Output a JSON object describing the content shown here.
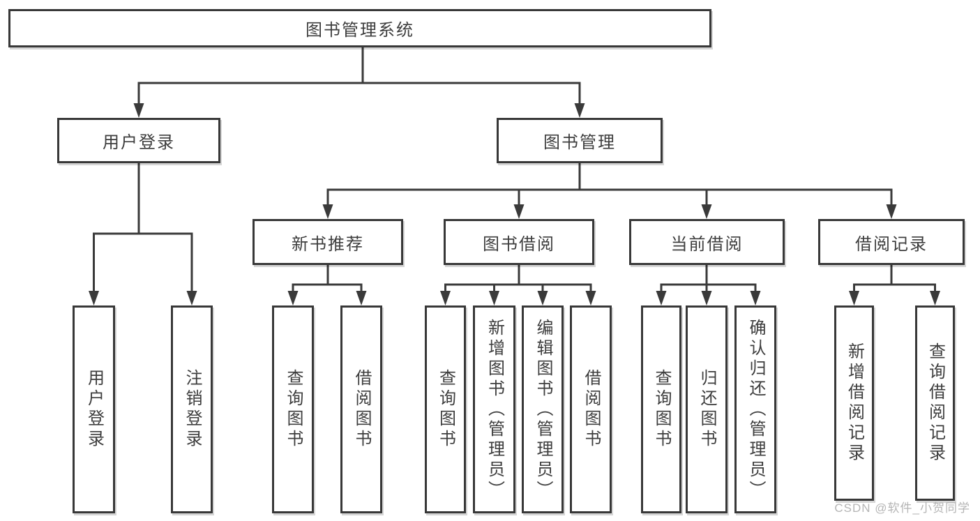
{
  "diagram": {
    "root": {
      "label": "图书管理系统"
    },
    "level1": [
      {
        "label": "用户登录"
      },
      {
        "label": "图书管理"
      }
    ],
    "level2": [
      {
        "label": "新书推荐",
        "parent": "图书管理"
      },
      {
        "label": "图书借阅",
        "parent": "图书管理"
      },
      {
        "label": "当前借阅",
        "parent": "图书管理"
      },
      {
        "label": "借阅记录",
        "parent": "图书管理"
      }
    ],
    "leaves": [
      {
        "label": "用户登录",
        "parent": "用户登录"
      },
      {
        "label": "注销登录",
        "parent": "用户登录"
      },
      {
        "label": "查询图书",
        "parent": "新书推荐"
      },
      {
        "label": "借阅图书",
        "parent": "新书推荐"
      },
      {
        "label": "查询图书",
        "parent": "图书借阅"
      },
      {
        "label": "新增图书（管理员）",
        "parent": "图书借阅"
      },
      {
        "label": "编辑图书（管理员）",
        "parent": "图书借阅"
      },
      {
        "label": "借阅图书",
        "parent": "图书借阅"
      },
      {
        "label": "查询图书",
        "parent": "当前借阅"
      },
      {
        "label": "归还图书",
        "parent": "当前借阅"
      },
      {
        "label": "确认归还（管理员）",
        "parent": "当前借阅"
      },
      {
        "label": "新增借阅记录",
        "parent": "借阅记录"
      },
      {
        "label": "查询借阅记录",
        "parent": "借阅记录"
      }
    ],
    "watermark": {
      "text": "CSDN @软件_小贺同学"
    },
    "colors": {
      "line": "#3a3a3a",
      "border": "#383838",
      "text": "#3d3d3d",
      "watermark": "#b5b5b5",
      "background": "#ffffff"
    }
  }
}
